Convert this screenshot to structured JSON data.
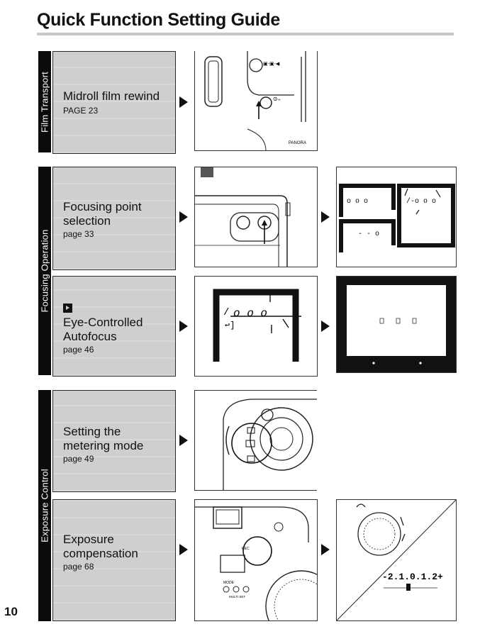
{
  "page": {
    "title": "Quick Function Setting Guide",
    "page_number": "10"
  },
  "sections": {
    "film_transport": "Film Transport",
    "focusing_operation": "Focusing Operation",
    "exposure_control": "Exposure Control"
  },
  "cards": {
    "midroll": {
      "title_1": "Midroll film rewind",
      "page": "PAGE 23"
    },
    "focusing": {
      "title_1": "Focusing point",
      "title_2": "selection",
      "page": "page 33"
    },
    "eye": {
      "title_1": "Eye-Controlled",
      "title_2": "Autofocus",
      "page": "page 46"
    },
    "metering": {
      "title_1": "Setting the",
      "title_2": "metering mode",
      "page": "page 49"
    },
    "exposure": {
      "title_1": "Exposure",
      "title_2": "compensation",
      "page": "page 68"
    }
  },
  "figures": {
    "panorama_label": "PANORA",
    "display_dots": "o o o",
    "display_single": "- - o",
    "scale": "-2.1.0.1.2+",
    "mode_label": "MODE",
    "rec_label": "REC",
    "multi_label": "MULTI SET"
  },
  "icons": {
    "eye_control": "eye-control-icon",
    "arrow": "right-triangle-arrow-icon"
  }
}
